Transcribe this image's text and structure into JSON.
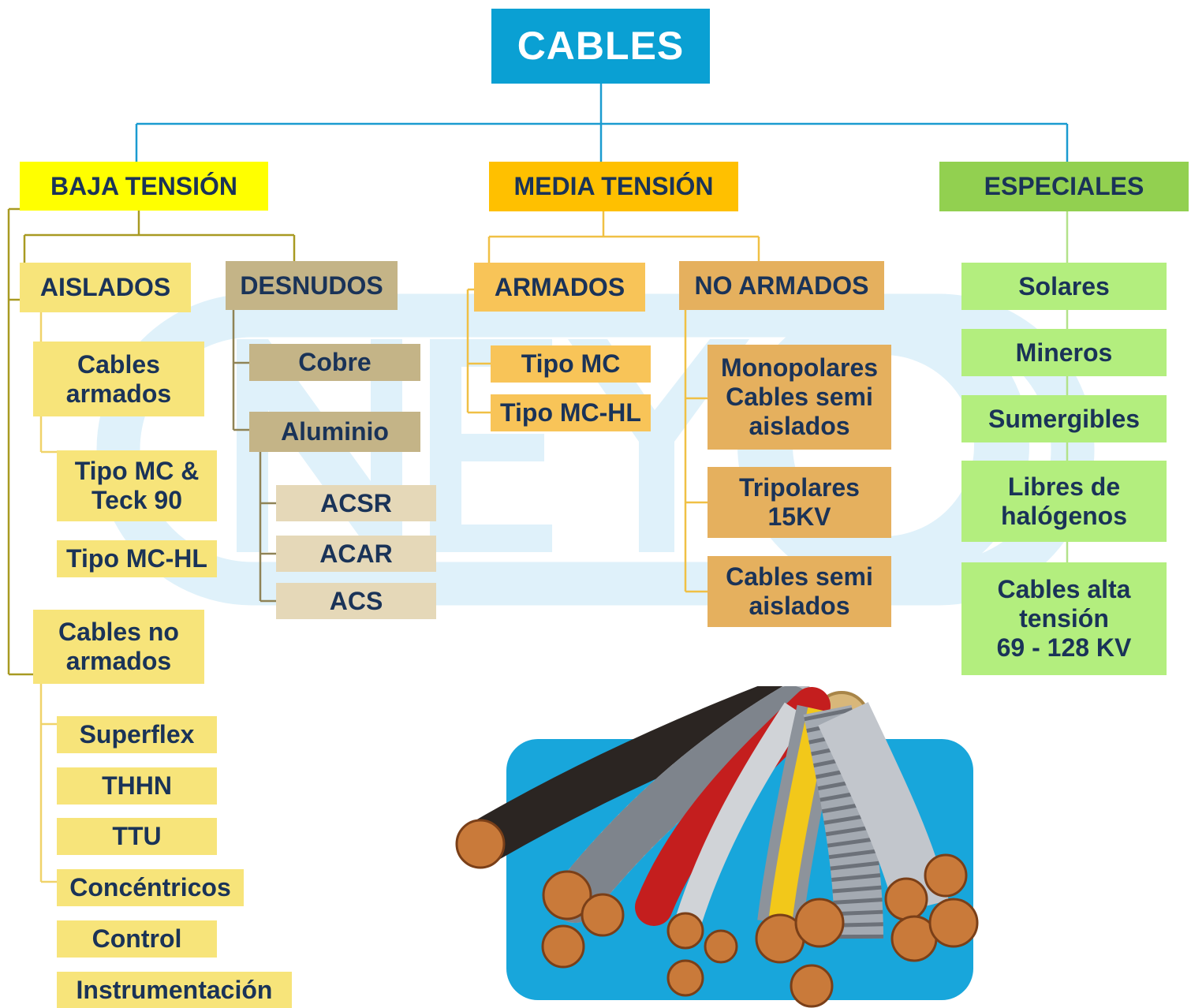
{
  "title": "CABLES",
  "colors": {
    "title_bg": "#0aa0d3",
    "line_title": "#1a9bd0",
    "baja_bg": "#ffff00",
    "baja_sub_bg": "#f7e47a",
    "baja_line": "#a89a22",
    "desnudos_bg": "#c4b487",
    "desnudos_line": "#8f8356",
    "acs_bg": "#e5d8b8",
    "media_bg": "#ffc000",
    "armados_bg": "#f8c458",
    "no_armados_bg": "#e5b05e",
    "media_line": "#f0c045",
    "especiales_bg": "#92d050",
    "especiales_sub_bg": "#b3ee7e",
    "especiales_line": "#b3e28a",
    "text": "#1a3358",
    "photo_bg": "#18a6db",
    "watermark": "#dff1fa"
  },
  "baja": {
    "label": "BAJA TENSIÓN",
    "aislados": {
      "label": "AISLADOS",
      "cables_armados": "Cables\narmados",
      "armados_items": [
        "Tipo MC &\nTeck 90",
        "Tipo MC-HL"
      ],
      "cables_no_armados": "Cables no\narmados",
      "no_armados_items": [
        "Superflex",
        "THHN",
        "TTU",
        "Concéntricos",
        "Control",
        "Instrumentación"
      ]
    },
    "desnudos": {
      "label": "DESNUDOS",
      "cobre": "Cobre",
      "aluminio": "Aluminio",
      "aluminio_items": [
        "ACSR",
        "ACAR",
        "ACS"
      ]
    }
  },
  "media": {
    "label": "MEDIA TENSIÓN",
    "armados": {
      "label": "ARMADOS",
      "items": [
        "Tipo MC",
        "Tipo MC-HL"
      ]
    },
    "no_armados": {
      "label": "NO ARMADOS",
      "items": [
        "Monopolares\nCables semi\naislados",
        "Tripolares\n15KV",
        "Cables semi\naislados"
      ]
    }
  },
  "especiales": {
    "label": "ESPECIALES",
    "items": [
      "Solares",
      "Mineros",
      "Sumergibles",
      "Libres de\nhalógenos",
      "Cables alta\ntensión\n69 - 128 KV"
    ]
  },
  "photo": {
    "icon": "cable-bundle-illustration"
  },
  "watermark": {
    "icon": "brand-watermark-logo"
  }
}
